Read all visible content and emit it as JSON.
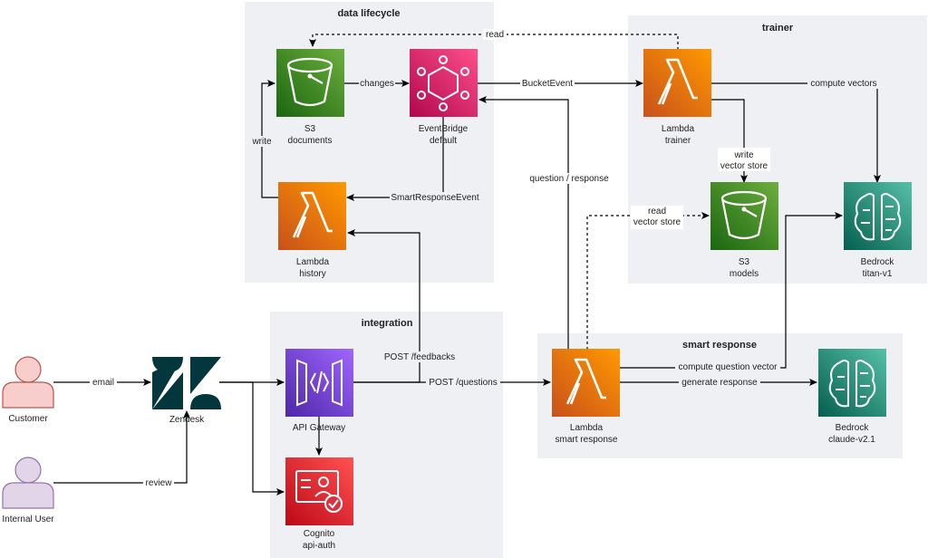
{
  "groups": {
    "data_lifecycle": "data lifecycle",
    "trainer": "trainer",
    "integration": "integration",
    "smart_response": "smart response"
  },
  "nodes": {
    "s3_documents": [
      "S3",
      "documents"
    ],
    "eventbridge": [
      "EventBridge",
      "default"
    ],
    "lambda_trainer": [
      "Lambda",
      "trainer"
    ],
    "lambda_history": [
      "Lambda",
      "history"
    ],
    "s3_models": [
      "S3",
      "models"
    ],
    "bedrock_titan": [
      "Bedrock",
      "titan-v1"
    ],
    "customer": [
      "Customer"
    ],
    "internal_user": [
      "Internal User"
    ],
    "zendesk": [
      "Zendesk"
    ],
    "api_gateway": [
      "API Gateway"
    ],
    "cognito": [
      "Cognito",
      "api-auth"
    ],
    "lambda_smart": [
      "Lambda",
      "smart response"
    ],
    "bedrock_claude": [
      "Bedrock",
      "claude-v2.1"
    ]
  },
  "edges": {
    "read": "read",
    "changes": "changes",
    "bucket_event": "BucketEvent",
    "compute_vectors": "compute vectors",
    "write": "write",
    "smart_response_event": "SmartResponseEvent",
    "question_response": "question / response",
    "write_vector_store": [
      "write",
      "vector store"
    ],
    "read_vector_store": [
      "read",
      "vector store"
    ],
    "post_feedbacks": "POST /feedbacks",
    "post_questions": "POST /questions",
    "email": "email",
    "review": "review",
    "compute_question_vector": "compute question vector",
    "generate_response": "generate response"
  },
  "colors": {
    "group_fill": "#eff0f3",
    "s3_green": "#3f8624",
    "eventbridge_pink": "#e7157b",
    "lambda_orange": "#ed7100",
    "bedrock_teal": "#01a88d",
    "apigw_purple": "#8c4fff",
    "cognito_red": "#dd344c",
    "customer_fill": "#f8cecc",
    "internal_fill": "#e1d5e7",
    "zendesk_dark": "#03363d"
  }
}
